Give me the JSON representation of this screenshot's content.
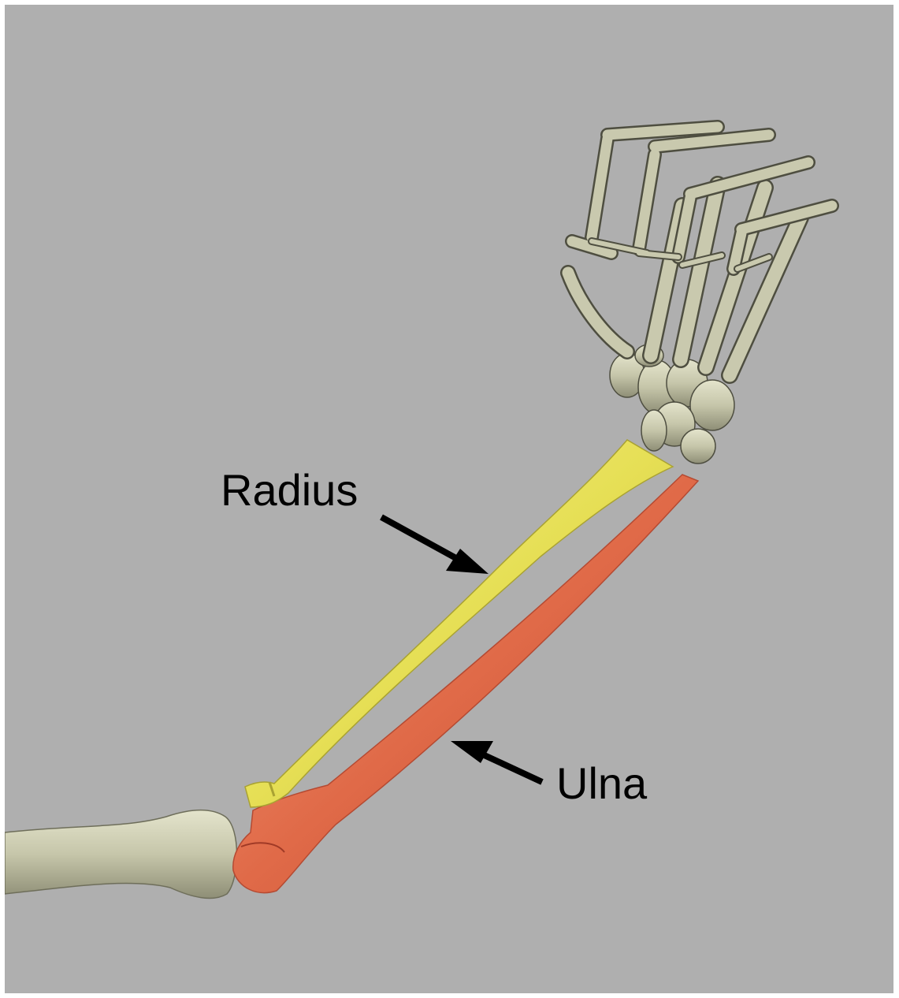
{
  "labels": {
    "radius": "Radius",
    "ulna": "Ulna"
  },
  "colors": {
    "background": "#afafaf",
    "radius": "#e8e15a",
    "ulna": "#e06a48",
    "bone": "#c9c9ae",
    "bone_outline": "#5a5a4a",
    "arrow": "#000000"
  },
  "structures": [
    "humerus",
    "radius",
    "ulna",
    "carpals",
    "metacarpals",
    "phalanges"
  ]
}
